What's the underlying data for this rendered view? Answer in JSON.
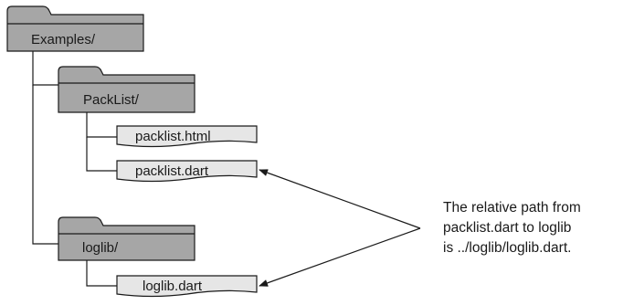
{
  "folders": [
    {
      "name": "Examples/"
    },
    {
      "name": "PackList/"
    },
    {
      "name": "loglib/"
    }
  ],
  "files": [
    {
      "name": "packlist.html"
    },
    {
      "name": "packlist.dart"
    },
    {
      "name": "loglib.dart"
    }
  ],
  "note": {
    "lines": [
      "The relative path from",
      "packlist.dart to loglib",
      "is ../loglib/loglib.dart."
    ]
  },
  "colors": {
    "folder_fill": "#a6a6a6",
    "file_fill": "#e6e6e6",
    "stroke": "#1a1a1a",
    "text": "#1a1a1a"
  }
}
